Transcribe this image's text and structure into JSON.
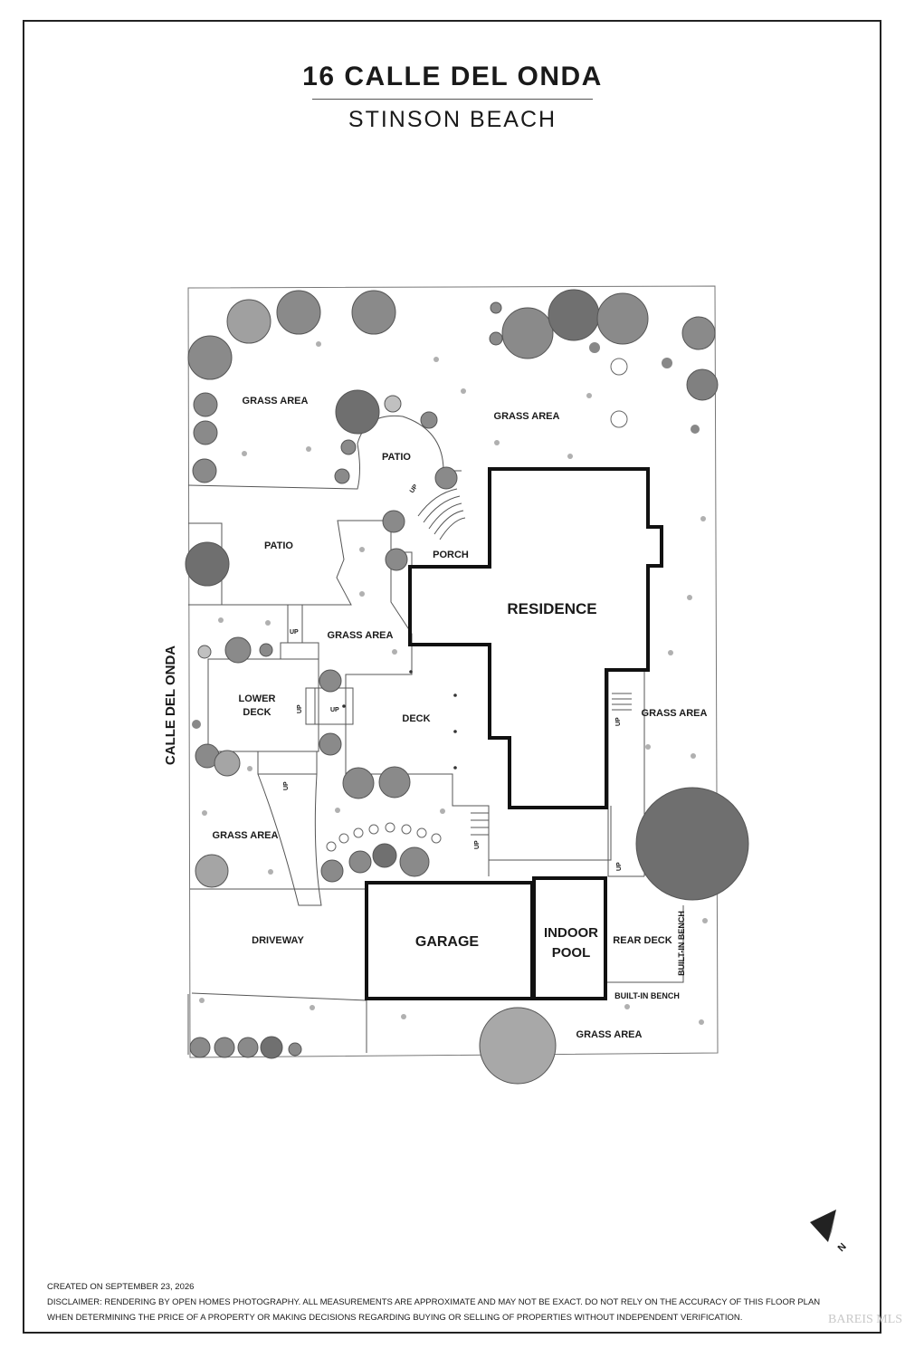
{
  "title": "16 CALLE DEL ONDA",
  "subtitle": "STINSON BEACH",
  "street_label": "CALLE DEL ONDA",
  "rooms": {
    "residence": "RESIDENCE",
    "garage": "GARAGE",
    "indoor_pool_1": "INDOOR",
    "indoor_pool_2": "POOL",
    "rear_deck": "REAR DECK",
    "porch": "PORCH",
    "deck": "DECK",
    "lower_deck_1": "LOWER",
    "lower_deck_2": "DECK",
    "patio_upper": "PATIO",
    "patio_left": "PATIO",
    "driveway": "DRIVEWAY",
    "grass_top_left": "GRASS AREA",
    "grass_top_right": "GRASS AREA",
    "grass_mid": "GRASS AREA",
    "grass_right": "GRASS AREA",
    "grass_lower_left": "GRASS AREA",
    "grass_bottom": "GRASS AREA",
    "bench_vertical": "BUILT-IN BENCH",
    "bench_horizontal": "BUILT-IN BENCH"
  },
  "stair_labels": {
    "up_patio": "UP",
    "up_mid_left": "UP",
    "up_lower_deck": "UP",
    "up_deck": "UP",
    "up_walk": "UP",
    "up_lower_stairs": "UP",
    "up_right_path": "UP",
    "up_rear": "UP"
  },
  "compass": {
    "label": "N"
  },
  "footer": {
    "created": "CREATED ON SEPTEMBER 23, 2026",
    "disclaimer_line1": "DISCLAIMER: RENDERING BY OPEN HOMES PHOTOGRAPHY. ALL MEASUREMENTS ARE APPROXIMATE AND MAY NOT BE EXACT. DO NOT RELY ON THE ACCURACY OF THIS FLOOR PLAN",
    "disclaimer_line2": "WHEN DETERMINING THE PRICE OF A PROPERTY OR MAKING DECISIONS REGARDING BUYING OR SELLING OF PROPERTIES WITHOUT INDEPENDENT VERIFICATION."
  },
  "watermark": "BAREIS MLS"
}
